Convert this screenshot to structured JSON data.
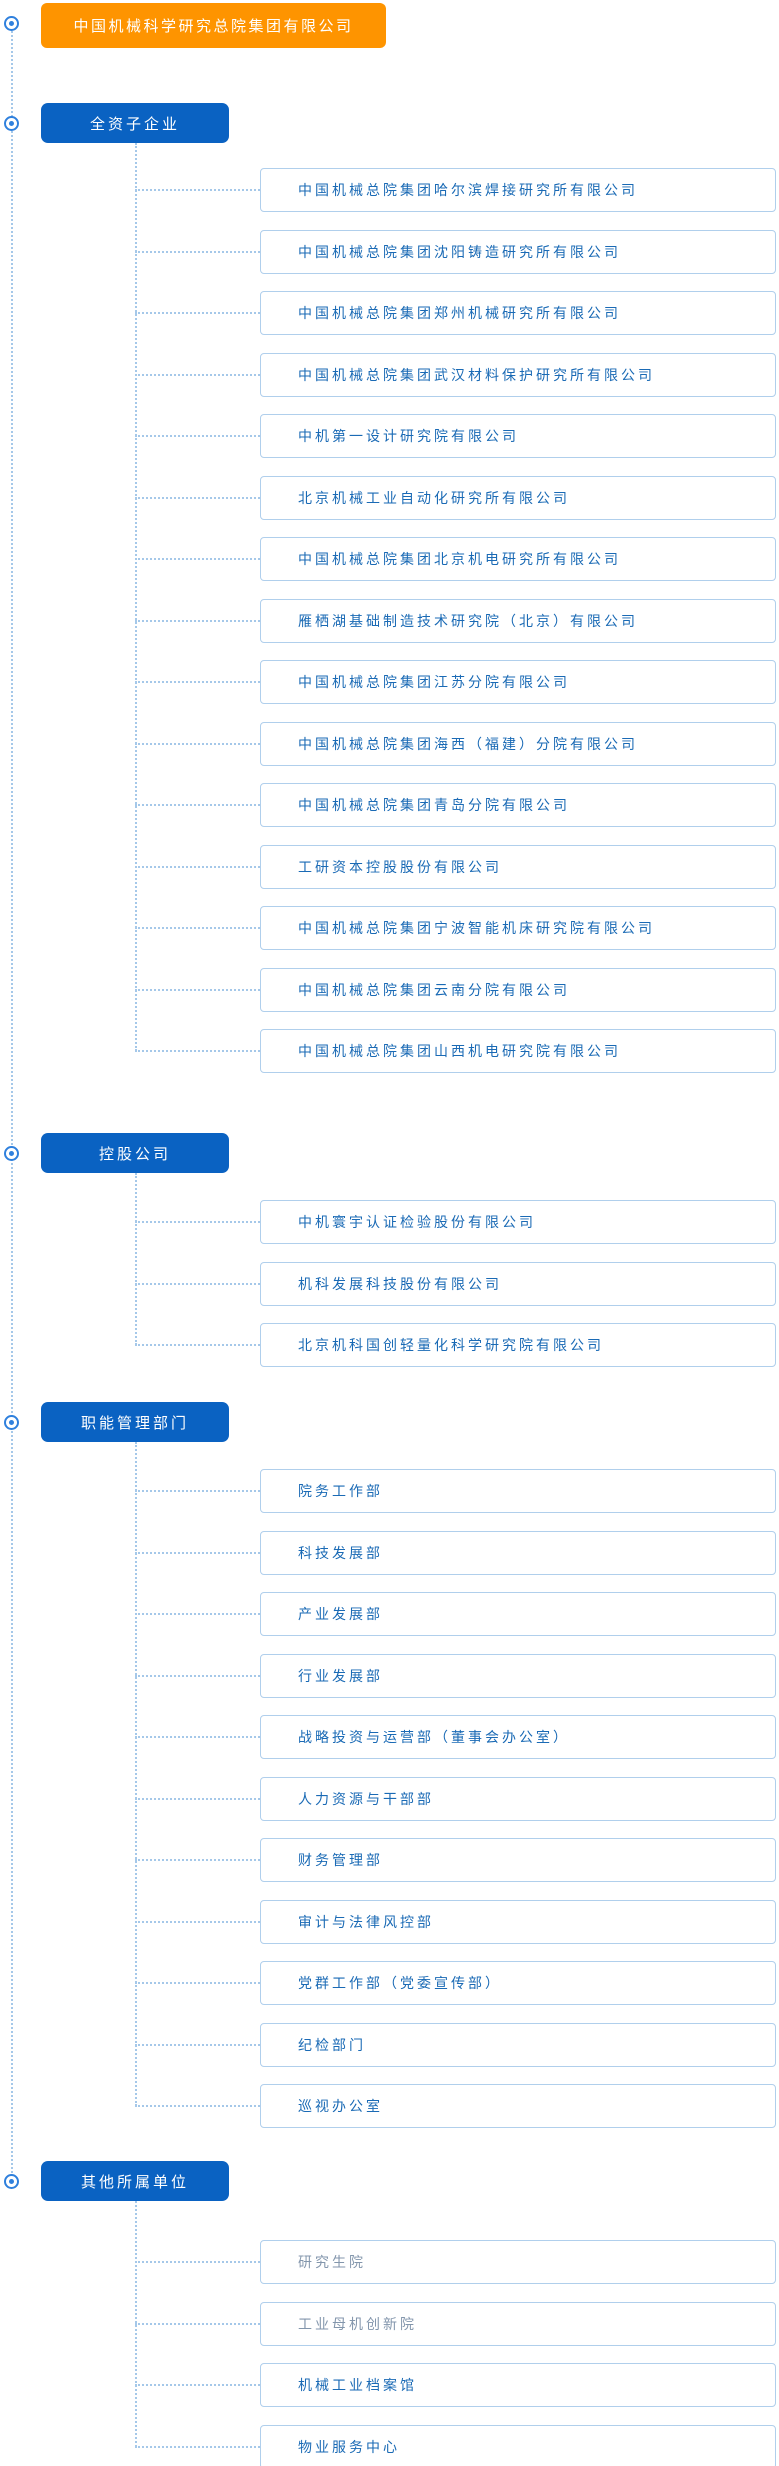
{
  "root": {
    "label": "中国机械科学研究总院集团有限公司"
  },
  "colors": {
    "root_bg": "#fe9400",
    "section_bg": "#0a62c2",
    "item_text": "#1a6ab5",
    "item_text_muted": "#8396ac",
    "item_border": "#b0cfec",
    "line": "#a5c8e9",
    "node_ring": "#2f80dd"
  },
  "icons": {
    "node_icon": "bullseye-node-icon"
  },
  "sections": [
    {
      "label": "全资子企业",
      "items": [
        {
          "label": "中国机械总院集团哈尔滨焊接研究所有限公司"
        },
        {
          "label": "中国机械总院集团沈阳铸造研究所有限公司"
        },
        {
          "label": "中国机械总院集团郑州机械研究所有限公司"
        },
        {
          "label": "中国机械总院集团武汉材料保护研究所有限公司"
        },
        {
          "label": "中机第一设计研究院有限公司"
        },
        {
          "label": "北京机械工业自动化研究所有限公司"
        },
        {
          "label": "中国机械总院集团北京机电研究所有限公司"
        },
        {
          "label": "雁栖湖基础制造技术研究院（北京）有限公司"
        },
        {
          "label": "中国机械总院集团江苏分院有限公司"
        },
        {
          "label": "中国机械总院集团海西（福建）分院有限公司"
        },
        {
          "label": "中国机械总院集团青岛分院有限公司"
        },
        {
          "label": "工研资本控股股份有限公司"
        },
        {
          "label": "中国机械总院集团宁波智能机床研究院有限公司"
        },
        {
          "label": "中国机械总院集团云南分院有限公司"
        },
        {
          "label": "中国机械总院集团山西机电研究院有限公司"
        }
      ]
    },
    {
      "label": "控股公司",
      "items": [
        {
          "label": "中机寰宇认证检验股份有限公司"
        },
        {
          "label": "机科发展科技股份有限公司"
        },
        {
          "label": "北京机科国创轻量化科学研究院有限公司"
        }
      ]
    },
    {
      "label": "职能管理部门",
      "items": [
        {
          "label": "院务工作部"
        },
        {
          "label": "科技发展部"
        },
        {
          "label": "产业发展部"
        },
        {
          "label": "行业发展部"
        },
        {
          "label": "战略投资与运营部（董事会办公室）"
        },
        {
          "label": "人力资源与干部部"
        },
        {
          "label": "财务管理部"
        },
        {
          "label": "审计与法律风控部"
        },
        {
          "label": "党群工作部（党委宣传部）"
        },
        {
          "label": "纪检部门"
        },
        {
          "label": "巡视办公室"
        }
      ]
    },
    {
      "label": "其他所属单位",
      "items": [
        {
          "label": "研究生院",
          "muted": true
        },
        {
          "label": "工业母机创新院",
          "muted": true
        },
        {
          "label": "机械工业档案馆"
        },
        {
          "label": "物业服务中心"
        }
      ]
    }
  ]
}
